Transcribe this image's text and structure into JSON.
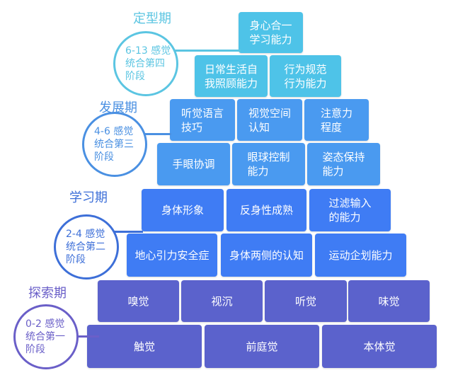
{
  "stages": [
    {
      "title": "定型期",
      "desc": "6-13 感觉\n统合第四\n阶段",
      "color": "#5bc5e2",
      "rows": [
        [
          "身心合一\n学习能力"
        ],
        [
          "日常生活自\n我照顾能力",
          "行为规范\n行为能力"
        ]
      ]
    },
    {
      "title": "发展期",
      "desc": "4-6 感觉\n统合第三\n阶段",
      "color": "#4a90e2",
      "rows": [
        [
          "听觉语言\n技巧",
          "视觉空间\n认知",
          "注意力\n程度"
        ],
        [
          "手眼协调",
          "眼球控制\n能力",
          "姿态保持\n能力"
        ]
      ]
    },
    {
      "title": "学习期",
      "desc": "2-4 感觉\n统合第二\n阶段",
      "color": "#3d6fd8",
      "rows": [
        [
          "身体形象",
          "反身性成熟",
          "过滤输入\n的能力"
        ],
        [
          "地心引力安全症",
          "身体两侧的认知",
          "运动企划能力"
        ]
      ]
    },
    {
      "title": "探索期",
      "desc": "0-2 感觉\n统合第一\n阶段",
      "color": "#6a5fc8",
      "rows": [
        [
          "嗅觉",
          "视沉",
          "听觉",
          "味觉"
        ],
        [
          "触觉",
          "前庭觉",
          "本体觉"
        ]
      ]
    }
  ]
}
